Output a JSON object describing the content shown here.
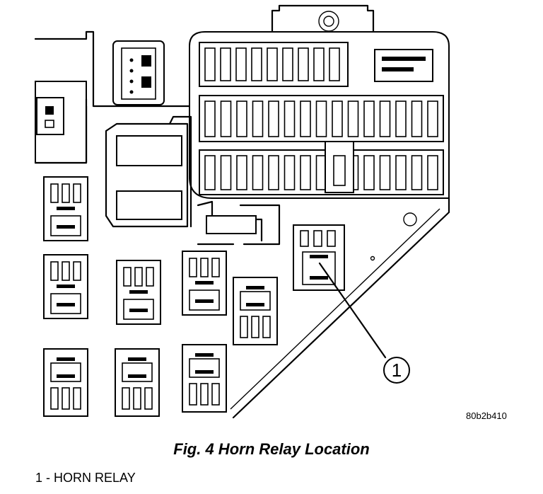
{
  "figure": {
    "image_code": "80b2b410",
    "caption": "Fig. 4 Horn Relay Location",
    "callout_number": "1"
  },
  "legend": [
    {
      "text": "1 - HORN RELAY"
    }
  ]
}
